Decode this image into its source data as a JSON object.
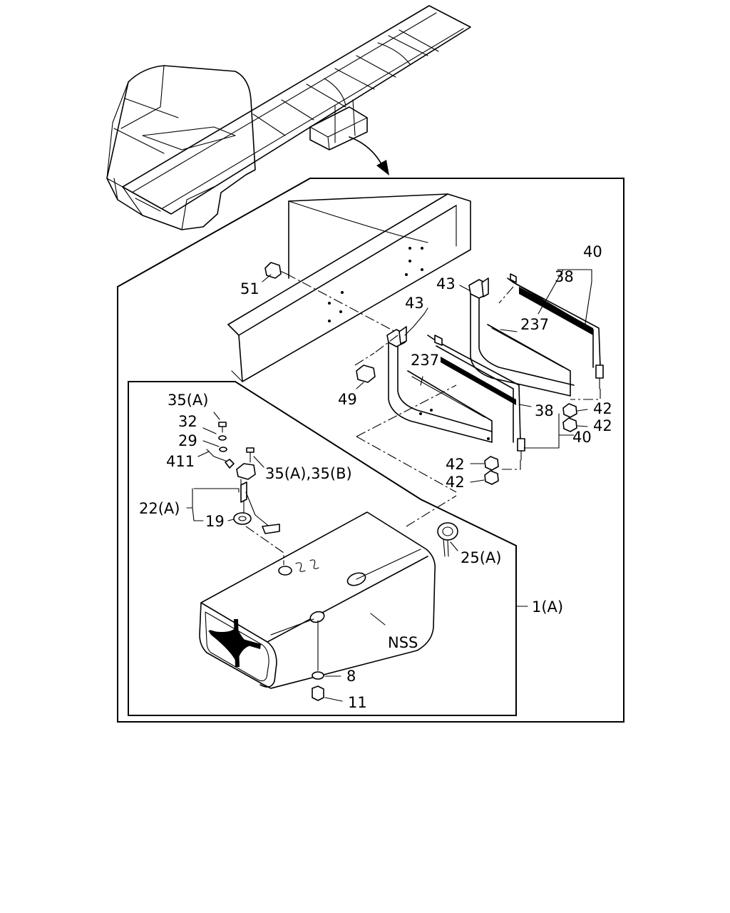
{
  "callouts": {
    "c40_top": "40",
    "c38_top": "38",
    "c43_right": "43",
    "c51": "51",
    "c43_left": "43",
    "c237_right": "237",
    "c237_left": "237",
    "c49": "49",
    "c38_mid": "38",
    "c42_a": "42",
    "c42_b": "42",
    "c40_mid": "40",
    "c42_c": "42",
    "c42_d": "42",
    "c35a": "35(A)",
    "c32": "32",
    "c29": "29",
    "c411": "411",
    "c35ab": "35(A),35(B)",
    "c22a": "22(A)",
    "c19": "19",
    "c25a": "25(A)",
    "c1a": "1(A)",
    "nss": "NSS",
    "c8": "8",
    "c11": "11"
  }
}
